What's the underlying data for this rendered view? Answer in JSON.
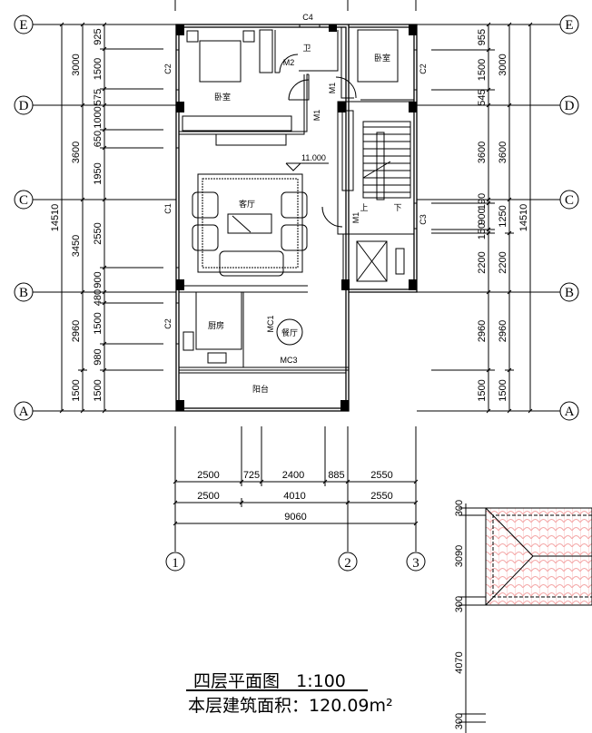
{
  "axes": {
    "rows": [
      "E",
      "D",
      "C",
      "B",
      "A"
    ],
    "cols": [
      "1",
      "2",
      "3"
    ]
  },
  "dims": {
    "left_outer": "14510",
    "left_mid": [
      "3000",
      "3600",
      "3450",
      "2960",
      "1500"
    ],
    "left_inner": [
      "925",
      "1500",
      "575",
      "1000",
      "650",
      "1950",
      "2550",
      "900",
      "480",
      "1500",
      "980",
      "1500"
    ],
    "right_inner": [
      "955",
      "1500",
      "545",
      "3600",
      "190",
      "900",
      "150",
      "2200",
      "2960",
      "1500"
    ],
    "right_mid": [
      "3000",
      "3600",
      "1250",
      "2200",
      "2960",
      "1500"
    ],
    "right_outer": "14510",
    "bottom_row1": [
      "2500",
      "725",
      "2400",
      "885",
      "2550"
    ],
    "bottom_row2": [
      "2500",
      "4010",
      "2550"
    ],
    "bottom_total": "9060"
  },
  "rooms": {
    "bedroom_main": "卧室",
    "bathroom": "卫",
    "bedroom_second": "卧室",
    "living": "客厅",
    "kitchen": "厨房",
    "dining": "餐厅",
    "balcony": "阳台"
  },
  "openings": {
    "c4": "C4",
    "c2": "C2",
    "c1": "C1",
    "c3": "C3",
    "m2": "M2",
    "m1": "M1",
    "mc1": "MC1",
    "mc3": "MC3"
  },
  "stair": {
    "up": "上",
    "down": "下"
  },
  "elevation": "11.000",
  "roof_dims": [
    "300",
    "3090",
    "300",
    "4070",
    "300"
  ],
  "footer": {
    "title": "四层平面图",
    "scale": "1:100",
    "area_label": "本层建筑面积：",
    "area_value": "120.09m²"
  },
  "colors": {
    "roof_tile": "#f4a6a6",
    "line": "#000000"
  }
}
